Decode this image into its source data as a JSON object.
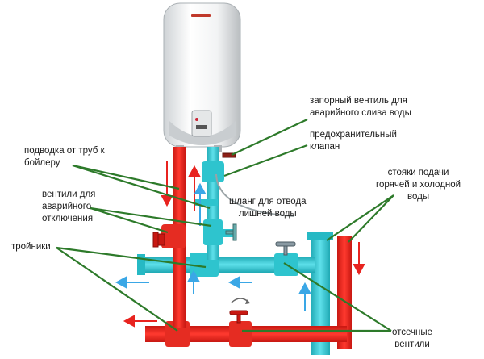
{
  "colors": {
    "hot": "#e8231f",
    "cold": "#36cbd6",
    "leader": "#2d7a2a",
    "arrow_hot": "#e8231f",
    "arrow_cold": "#3aa7e6"
  },
  "labels": {
    "shutoff_drain": "запорный вентиль для\nаварийного слива воды",
    "safety_valve": "предохранительный\nклапан",
    "supply_pipes": "подводка от труб к\nбойлеру",
    "risers": "стояки подачи\nгорячей и холодной\nводы",
    "hose": "шланг для отвода\nлишней воды",
    "emergency_valves": "вентили для\nаварийного\nотключения",
    "tees": "тройники",
    "cutoff_valves": "отсечные\nвентили"
  },
  "icons": {
    "boiler": "water-heater-icon",
    "valve": "valve-handle-icon"
  }
}
